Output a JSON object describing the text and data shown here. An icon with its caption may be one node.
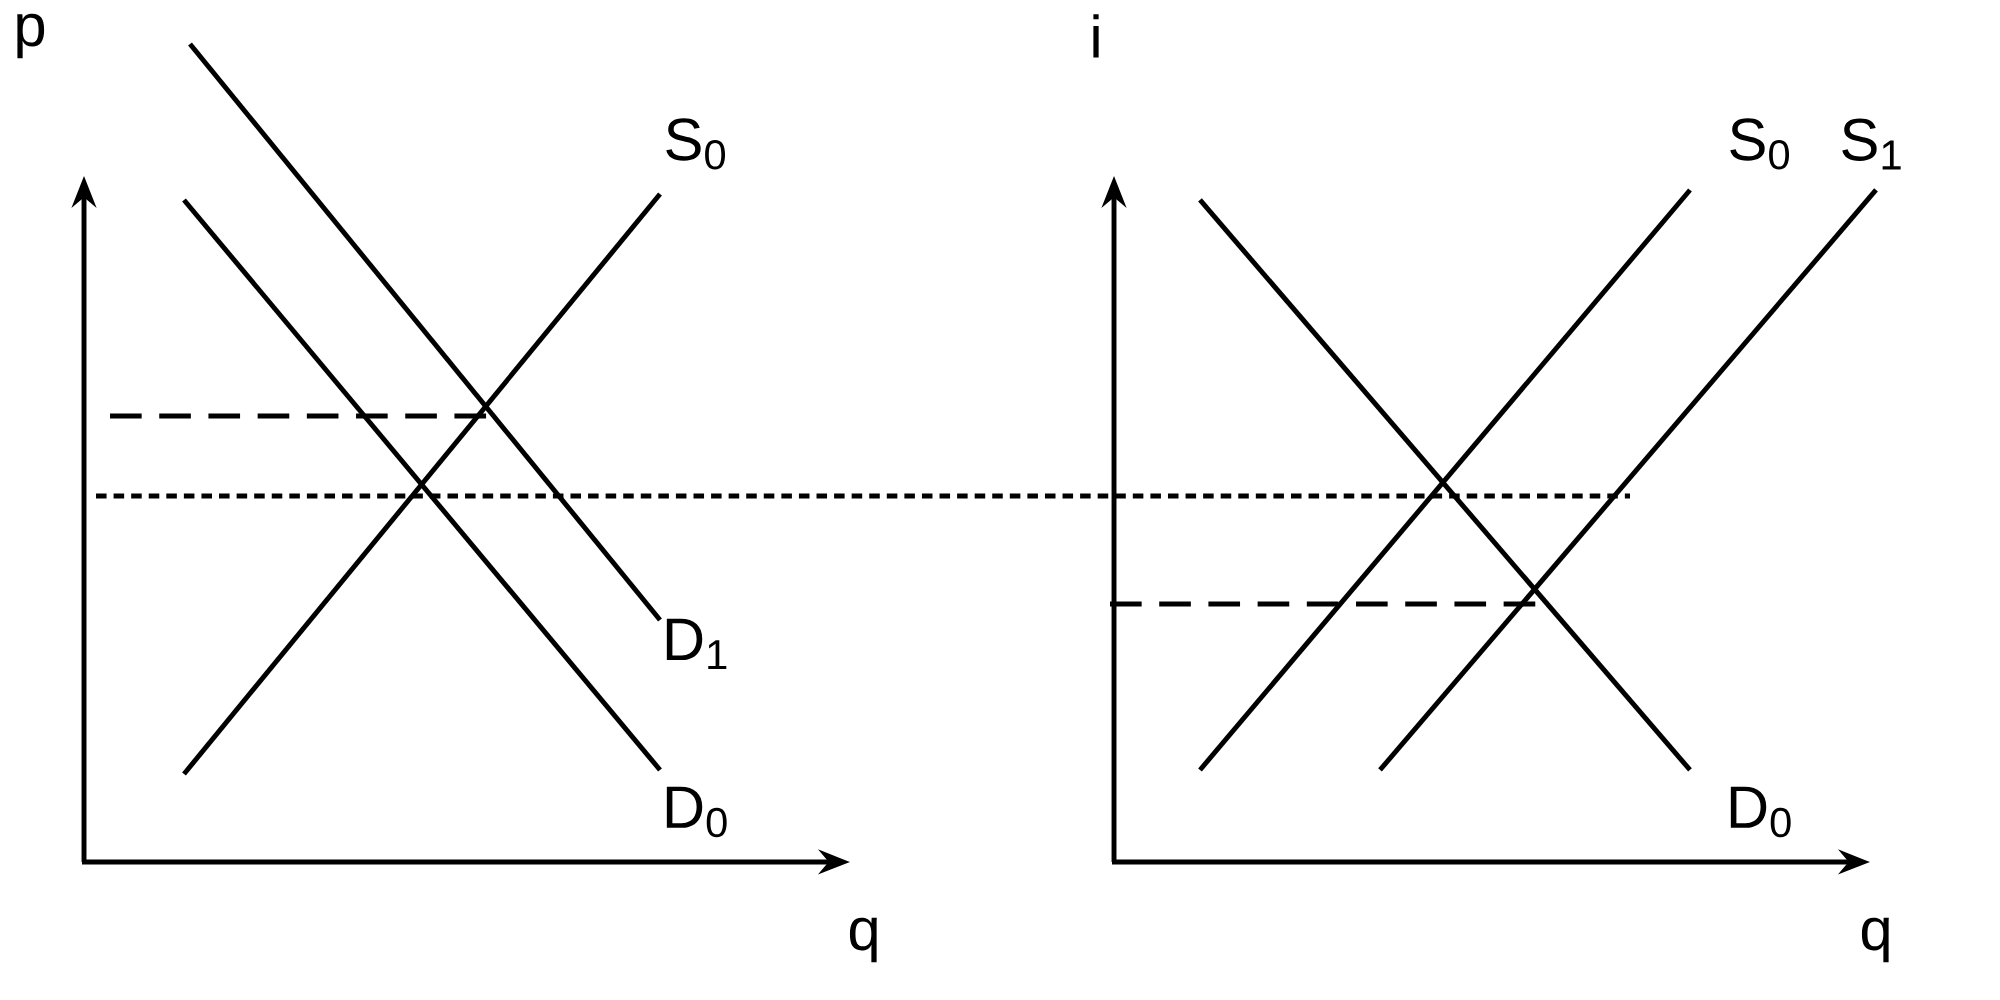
{
  "diagram": {
    "labels": [
      "p",
      "i",
      "S$_{0}$",
      "S$_{0}$",
      "S$_{1}$",
      "D$_{1}$",
      "D$_{0}$",
      "D$_{0}$",
      "q",
      "q"
    ]
  }
}
